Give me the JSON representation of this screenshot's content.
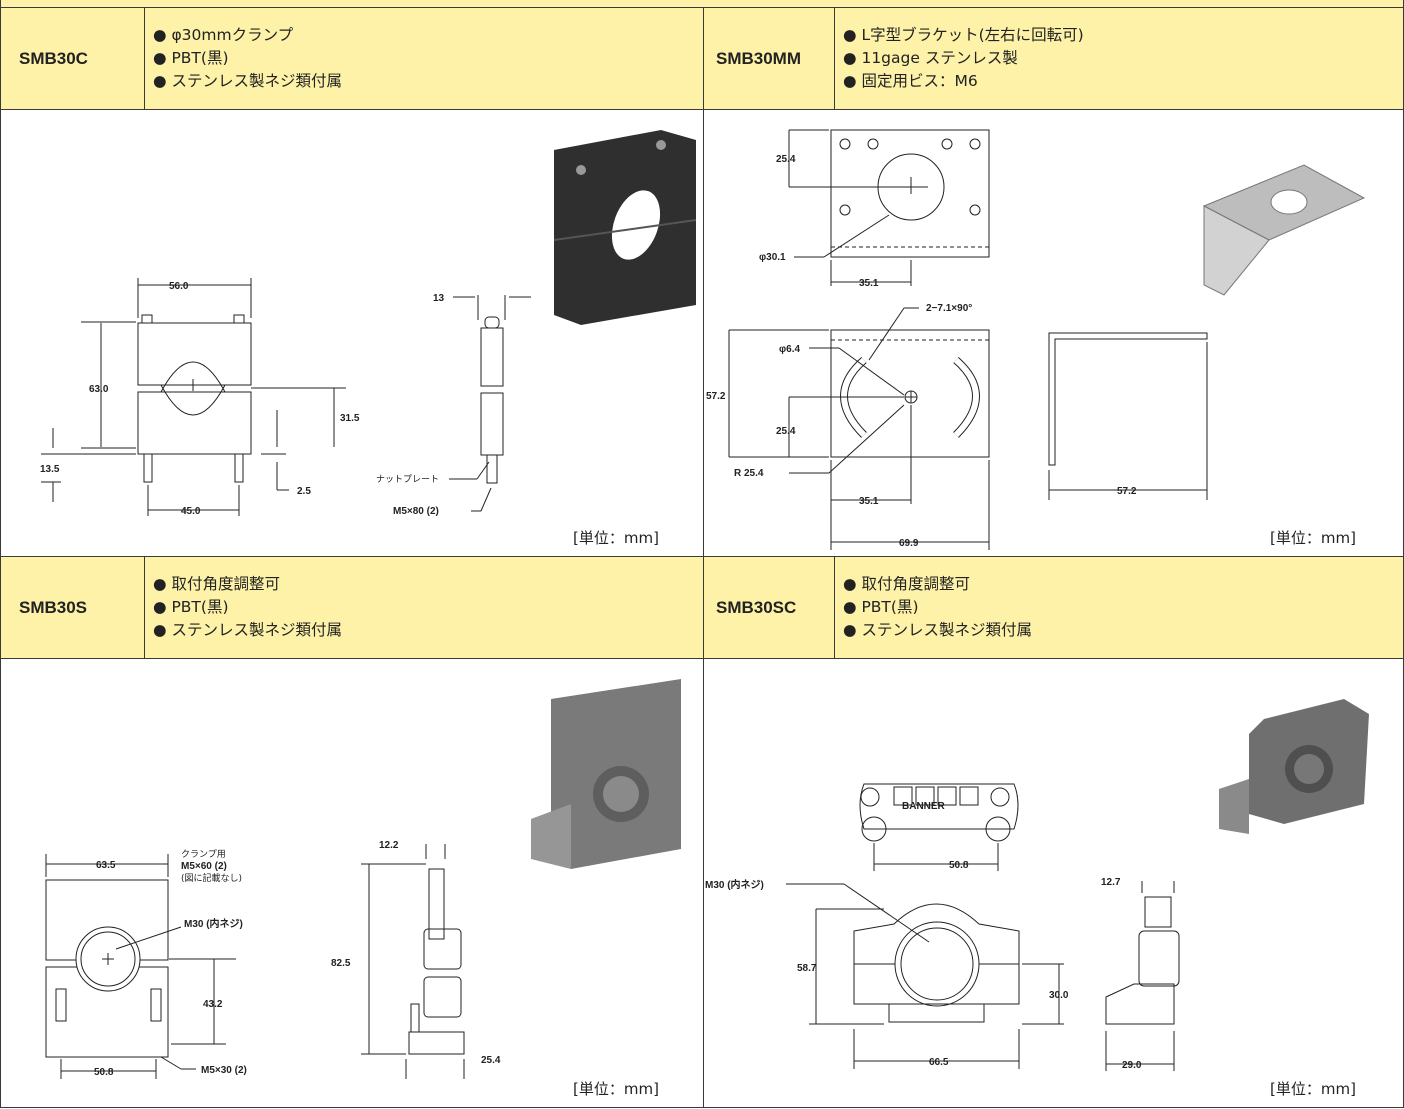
{
  "unit_label": "[単位：mm]",
  "products": [
    {
      "code": "SMB30C",
      "features": [
        "● φ30mmクランプ",
        "● PBT(黒)",
        "● ステンレス製ネジ類付属"
      ]
    },
    {
      "code": "SMB30MM",
      "features": [
        "● L字型ブラケット(左右に回転可)",
        "● 11gage ステンレス製",
        "● 固定用ビス：M6"
      ]
    },
    {
      "code": "SMB30S",
      "features": [
        "● 取付角度調整可",
        "● PBT(黒)",
        "● ステンレス製ネジ類付属"
      ]
    },
    {
      "code": "SMB30SC",
      "features": [
        "● 取付角度調整可",
        "● PBT(黒)",
        "● ステンレス製ネジ類付属"
      ]
    }
  ],
  "dims": {
    "c": {
      "w": "56.0",
      "h": "63.0",
      "half": "31.5",
      "foot": "13.5",
      "gap": "2.5",
      "hole": "45.0",
      "thick": "13",
      "nut": "ナットプレート",
      "screw": "M5×80 (2)"
    },
    "mm": {
      "top": "25.4",
      "dia": "φ30.1",
      "half1": "35.1",
      "slot": "2−7.1×90°",
      "dia2": "φ6.4",
      "h": "57.2",
      "mid": "25.4",
      "r": "R 25.4",
      "half2": "35.1",
      "w": "69.9",
      "leg": "57.2"
    },
    "s": {
      "w": "63.5",
      "clamp1": "クランプ用",
      "clamp2": "M5×60 (2)",
      "clamp3": "(図に記載なし)",
      "thread": "M30 (内ネジ)",
      "h2": "43.2",
      "base": "50.8",
      "screw": "M5×30 (2)",
      "thick": "12.2",
      "h": "82.5",
      "foot": "25.4"
    },
    "sc": {
      "hole": "50.8",
      "thread": "M30 (内ネジ)",
      "h": "58.7",
      "h2": "30.0",
      "w": "66.5",
      "thick": "12.7",
      "foot": "29.0",
      "brand": "BANNER"
    }
  }
}
